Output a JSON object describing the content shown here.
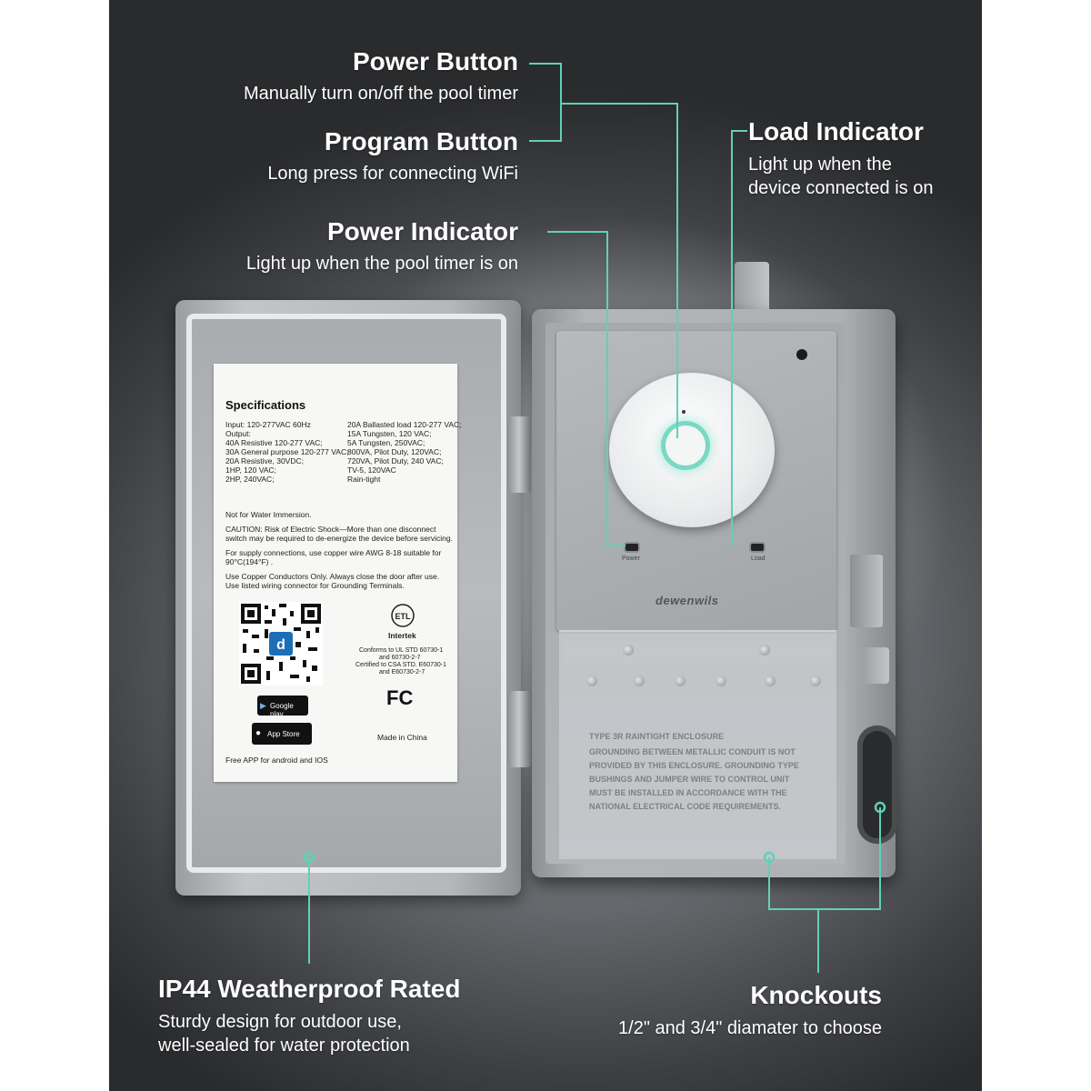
{
  "callouts": {
    "power_button": {
      "title": "Power Button",
      "desc": "Manually turn on/off the pool timer"
    },
    "program_button": {
      "title": "Program Button",
      "desc": "Long press for connecting WiFi"
    },
    "power_indicator": {
      "title": "Power Indicator",
      "desc": "Light up when the pool timer is on"
    },
    "load_indicator": {
      "title": "Load Indicator",
      "desc_line1": "Light up when the",
      "desc_line2": "device connected is on"
    },
    "ip44": {
      "title": "IP44 Weatherproof Rated",
      "desc_line1": "Sturdy design for outdoor use,",
      "desc_line2": "well-sealed for water protection"
    },
    "knockouts": {
      "title": "Knockouts",
      "desc": "1/2\" and 3/4\" diamater to choose"
    }
  },
  "label": {
    "heading": "Specifications",
    "left_col": [
      "Input: 120-277VAC 60Hz",
      "Output:",
      "40A Resistive 120-277 VAC;",
      "30A General purpose 120-277 VAC;",
      "20A Resistive, 30VDC;",
      "1HP, 120 VAC;",
      "2HP, 240VAC;"
    ],
    "right_col": [
      "20A Ballasted load 120-277 VAC;",
      "15A Tungsten, 120 VAC;",
      "5A Tungsten, 250VAC;",
      "800VA, Pilot Duty, 120VAC;",
      "720VA, Pilot Duty, 240 VAC;",
      "TV-5, 120VAC",
      "Rain-tight"
    ],
    "notes": [
      "Not for Water Immersion.",
      "CAUTION: Risk of Electric Shock—More than one disconnect",
      "switch may be required to de-energize the device before servicing.",
      "For supply connections, use copper wire AWG 8-18 suitable for",
      "90°C(194°F) .",
      "Use Copper Conductors Only. Always close the door after use.",
      "Use listed wiring connector for Grounding Terminals."
    ],
    "cert": [
      "Conforms to UL STD 60730-1",
      "and 60730-2-7",
      "Certified to CSA STD. E60730-1",
      "and E60730-2-7"
    ],
    "intertek": "Intertek",
    "fc": "FC",
    "google_play": "Google play",
    "app_store": "App Store",
    "made_in": "Made in China",
    "free_app": "Free APP for android and IOS"
  },
  "device": {
    "brand": "dewenwils",
    "led_left_label": "Power",
    "led_right_label": "Load",
    "cover_lines": [
      "TYPE 3R RAINTIGHT ENCLOSURE",
      "GROUNDING BETWEEN METALLIC CONDUIT IS NOT",
      "PROVIDED BY THIS ENCLOSURE. GROUNDING TYPE",
      "BUSHINGS AND JUMPER WIRE TO CONTROL UNIT",
      "MUST BE INSTALLED IN ACCORDANCE WITH THE",
      "NATIONAL ELECTRICAL CODE REQUIREMENTS."
    ]
  },
  "colors": {
    "accent": "#5fd1b8",
    "text": "#ffffff"
  }
}
